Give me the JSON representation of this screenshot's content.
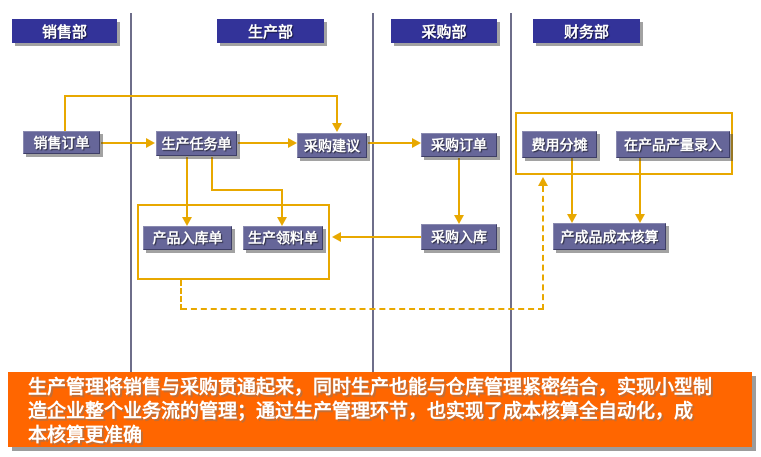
{
  "colors": {
    "header_bg": "#333399",
    "box_bg": "#666699",
    "arrow": "#E8A800",
    "divider": "#6E6E8A",
    "banner_bg": "#FF6600",
    "text": "#FFFFFF"
  },
  "headers": [
    {
      "id": "sales-dept",
      "label": "销售部"
    },
    {
      "id": "production-dept",
      "label": "生产部"
    },
    {
      "id": "purchasing-dept",
      "label": "采购部"
    },
    {
      "id": "finance-dept",
      "label": "财务部"
    }
  ],
  "boxes": [
    {
      "id": "sales-order",
      "label": "销售订单"
    },
    {
      "id": "production-task-order",
      "label": "生产任务单"
    },
    {
      "id": "purchase-suggestion",
      "label": "采购建议"
    },
    {
      "id": "purchase-order",
      "label": "采购订单"
    },
    {
      "id": "product-inbound-order",
      "label": "产品入库单"
    },
    {
      "id": "production-picking-order",
      "label": "生产领料单"
    },
    {
      "id": "purchase-inbound",
      "label": "采购入库"
    },
    {
      "id": "expense-allocation",
      "label": "费用分摊"
    },
    {
      "id": "wip-output-entry",
      "label": "在产品产量录入"
    },
    {
      "id": "finished-goods-costing",
      "label": "产成品成本核算"
    }
  ],
  "connections": [
    {
      "from": "sales-order",
      "to": "purchase-suggestion",
      "style": "solid"
    },
    {
      "from": "sales-order",
      "to": "production-task-order",
      "style": "solid"
    },
    {
      "from": "production-task-order",
      "to": "purchase-suggestion",
      "style": "solid"
    },
    {
      "from": "purchase-suggestion",
      "to": "purchase-order",
      "style": "solid"
    },
    {
      "from": "purchase-order",
      "to": "purchase-inbound",
      "style": "solid"
    },
    {
      "from": "production-task-order",
      "to": "product-inbound-order",
      "style": "solid"
    },
    {
      "from": "production-task-order",
      "to": "production-picking-order",
      "style": "solid"
    },
    {
      "from": "purchase-inbound",
      "to": "production-picking-order",
      "style": "solid"
    },
    {
      "from": "expense-allocation",
      "to": "finished-goods-costing",
      "style": "solid"
    },
    {
      "from": "wip-output-entry",
      "to": "finished-goods-costing",
      "style": "solid"
    },
    {
      "from": "warehouse-docs-group",
      "to": "finance-allocation-group",
      "style": "dashed"
    }
  ],
  "banner": {
    "lines": [
      "生产管理将销售与采购贯通起来，同时生产也能与仓库管理紧密结合，实现小型制",
      "造企业整个业务流的管理；通过生产管理环节，也实现了成本核算全自动化，成",
      "本核算更准确"
    ]
  }
}
